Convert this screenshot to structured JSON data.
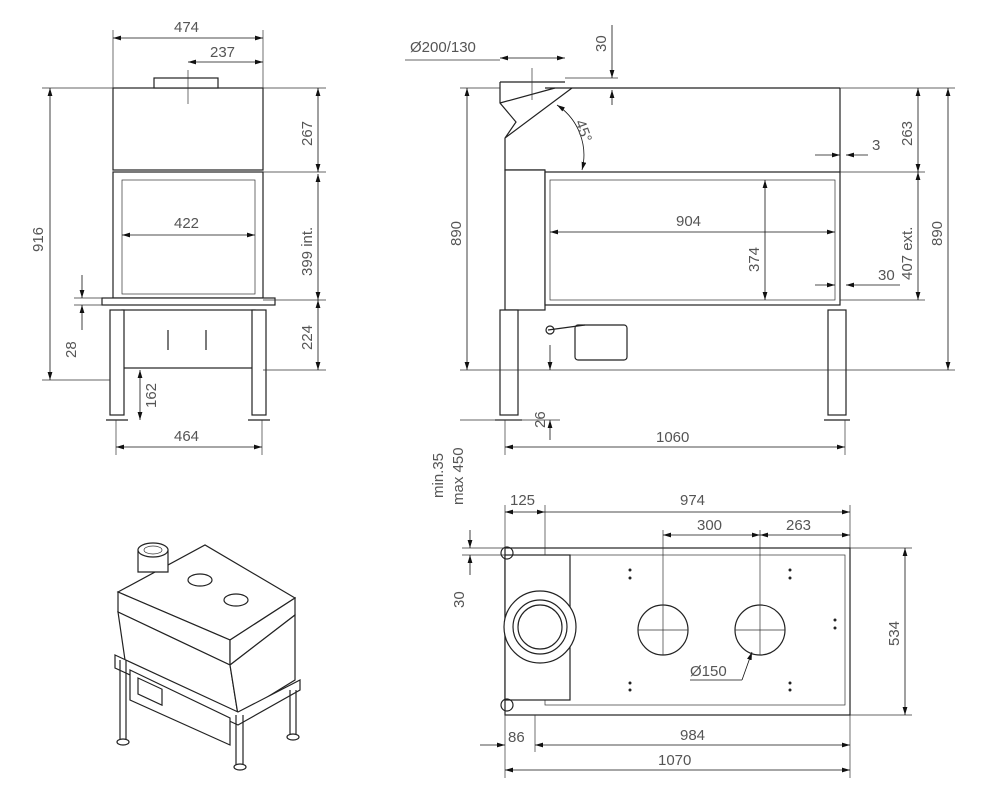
{
  "front_view": {
    "width_total": "474",
    "width_half": "237",
    "height_total": "916",
    "hood_height": "267",
    "glass_width": "422",
    "glass_height": "399 int.",
    "ledge": "28",
    "base_height": "224",
    "leg_height": "162",
    "leg_span": "464"
  },
  "side_view": {
    "flue_diameter": "Ø200/130",
    "flue_offset": "30",
    "angle": "45°",
    "gap": "3",
    "hood_height": "263",
    "height_left": "890",
    "glass_width": "904",
    "glass_height": "374",
    "ext_height": "407 ext.",
    "height_right": "890",
    "lip": "30",
    "leg_adjust": "26",
    "total_width": "1060",
    "leg_range_min": "min.35",
    "leg_range_max": "max 450"
  },
  "plan_view": {
    "flue_offset": "125",
    "width": "974",
    "hole_spacing": "300",
    "hole_edge": "263",
    "front_offset": "30",
    "depth": "534",
    "hole_diameter": "Ø150",
    "rear_offset": "86",
    "body_width": "984",
    "total_width": "1070"
  }
}
